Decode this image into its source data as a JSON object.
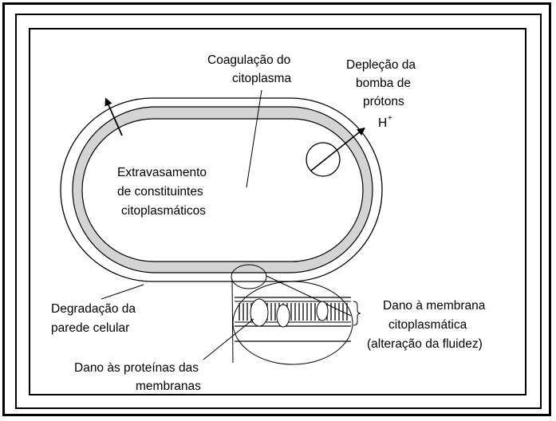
{
  "labels": {
    "coagulation_line1": "Coagulação do",
    "coagulation_line2": "citoplasma",
    "depletion_line1": "Depleção da",
    "depletion_line2": "bomba de",
    "depletion_line3": "prótons",
    "proton": "H",
    "proton_charge": "+",
    "leakage_line1": "Extravasamento",
    "leakage_line2": "de constituintes",
    "leakage_line3": "citoplasmáticos",
    "cellwall_line1": "Degradação da",
    "cellwall_line2": "parede celular",
    "membrane_line1": "Dano à membrana",
    "membrane_line2": "citoplasmática",
    "membrane_line3": "(alteração da fluidez)",
    "proteins_line1": "Dano às proteínas das",
    "proteins_line2": "membranas"
  },
  "colors": {
    "outline": "#000000",
    "membrane_fill": "#d4d4d4",
    "background": "#ffffff"
  }
}
